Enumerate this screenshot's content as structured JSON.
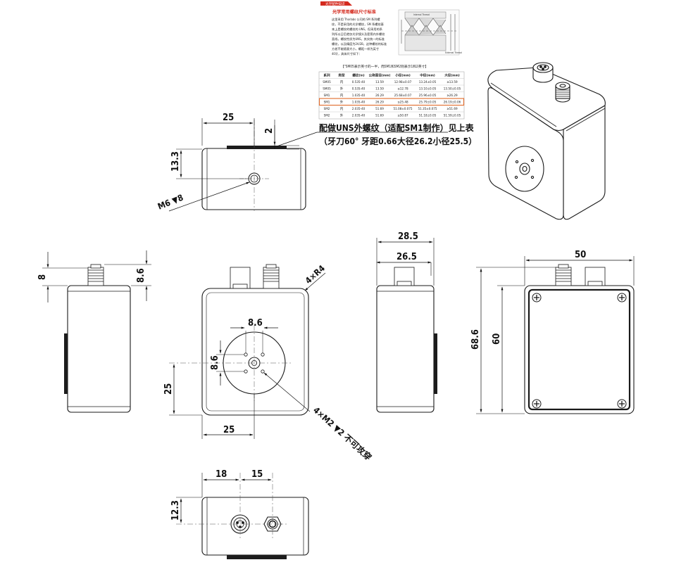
{
  "header": {
    "banner": "光学配件知识",
    "title": "光学常用螺纹尺寸标准",
    "paragraph_lines": [
      "这里采用 Thorlabs 公司的 SM 系列螺",
      "纹，不是采用的光学螺纹，SM 系螺纹基",
      "本上是螺纹的螺纹的 UNS，但采用的系",
      "列所以日后就仅光学镜头及套筒内外螺纹",
      "直线，螺纹性质为UNS，其实统一的标准",
      "螺纹，以及精度为2A/2B，这种螺纹的标准",
      "方差不能随意大小，螺距一样为英寸",
      "40牙，具体尺寸如下："
    ],
    "figure_label_top": "Internal Thread",
    "figure_label_bottom": "External Thread",
    "table_caption": "【\"SM05表示英寸的一半，而SM1和SM2则表示1和2英寸】",
    "table_headers": [
      "系列",
      "类型",
      "螺纹(in)",
      "公称直径(mm)",
      "小径(mm)",
      "中径(mm)",
      "大径(mm)"
    ],
    "table_rows": [
      [
        "SM05",
        "内",
        "0.535-40",
        "13.59",
        "12.98±0.07",
        "13.24±0.05",
        "≥13.59"
      ],
      [
        "SM05",
        "外",
        "0.535-40",
        "13.59",
        "≤12.78",
        "13.10±0.05",
        "13.50±0.05"
      ],
      [
        "SM1",
        "内",
        "1.035-40",
        "26.29",
        "25.68±0.07",
        "25.96±0.05",
        "≥26.29"
      ],
      [
        "SM1",
        "外",
        "1.035-40",
        "26.29",
        "≤25.48",
        "25.79±0.05",
        "26.19±0.06"
      ],
      [
        "SM2",
        "内",
        "2.035-40",
        "51.69",
        "51.08±0.075",
        "51.35±0.075",
        "≥51.69"
      ],
      [
        "SM2",
        "外",
        "2.035-40",
        "51.69",
        "≤50.87",
        "51.18±0.05",
        "51.59±0.05"
      ]
    ],
    "highlight_row": 3
  },
  "annotations": {
    "uns_note": "配做UNS外螺纹（适配SM1制作）见上表",
    "cutter_note": "（牙刀60° 牙距0.66大径26.2小径25.5）",
    "m6": "M6 ▼8",
    "r4": "4×R4",
    "m2": "4×M2 ▼2 不可攻穿"
  },
  "dimensions": {
    "top_width": "25",
    "thread_depth": "2",
    "hole_height": "13.3",
    "side_8": "8",
    "side_8_6": "8.6",
    "front_hole_spacing_h": "8.6",
    "front_hole_spacing_v": "8.6",
    "front_center_y": "25",
    "front_center_x": "25",
    "right_28_5": "28.5",
    "right_26_5": "26.5",
    "back_width": "50",
    "back_68_6": "68.6",
    "back_60": "60",
    "bottom_18": "18",
    "bottom_15": "15",
    "bottom_12_3": "12.3"
  },
  "colors": {
    "line": "#1a1a1a",
    "accent_red": "#d42a1e",
    "highlight_box": "#e06a2a",
    "dark_fill": "#1c1c1c"
  }
}
